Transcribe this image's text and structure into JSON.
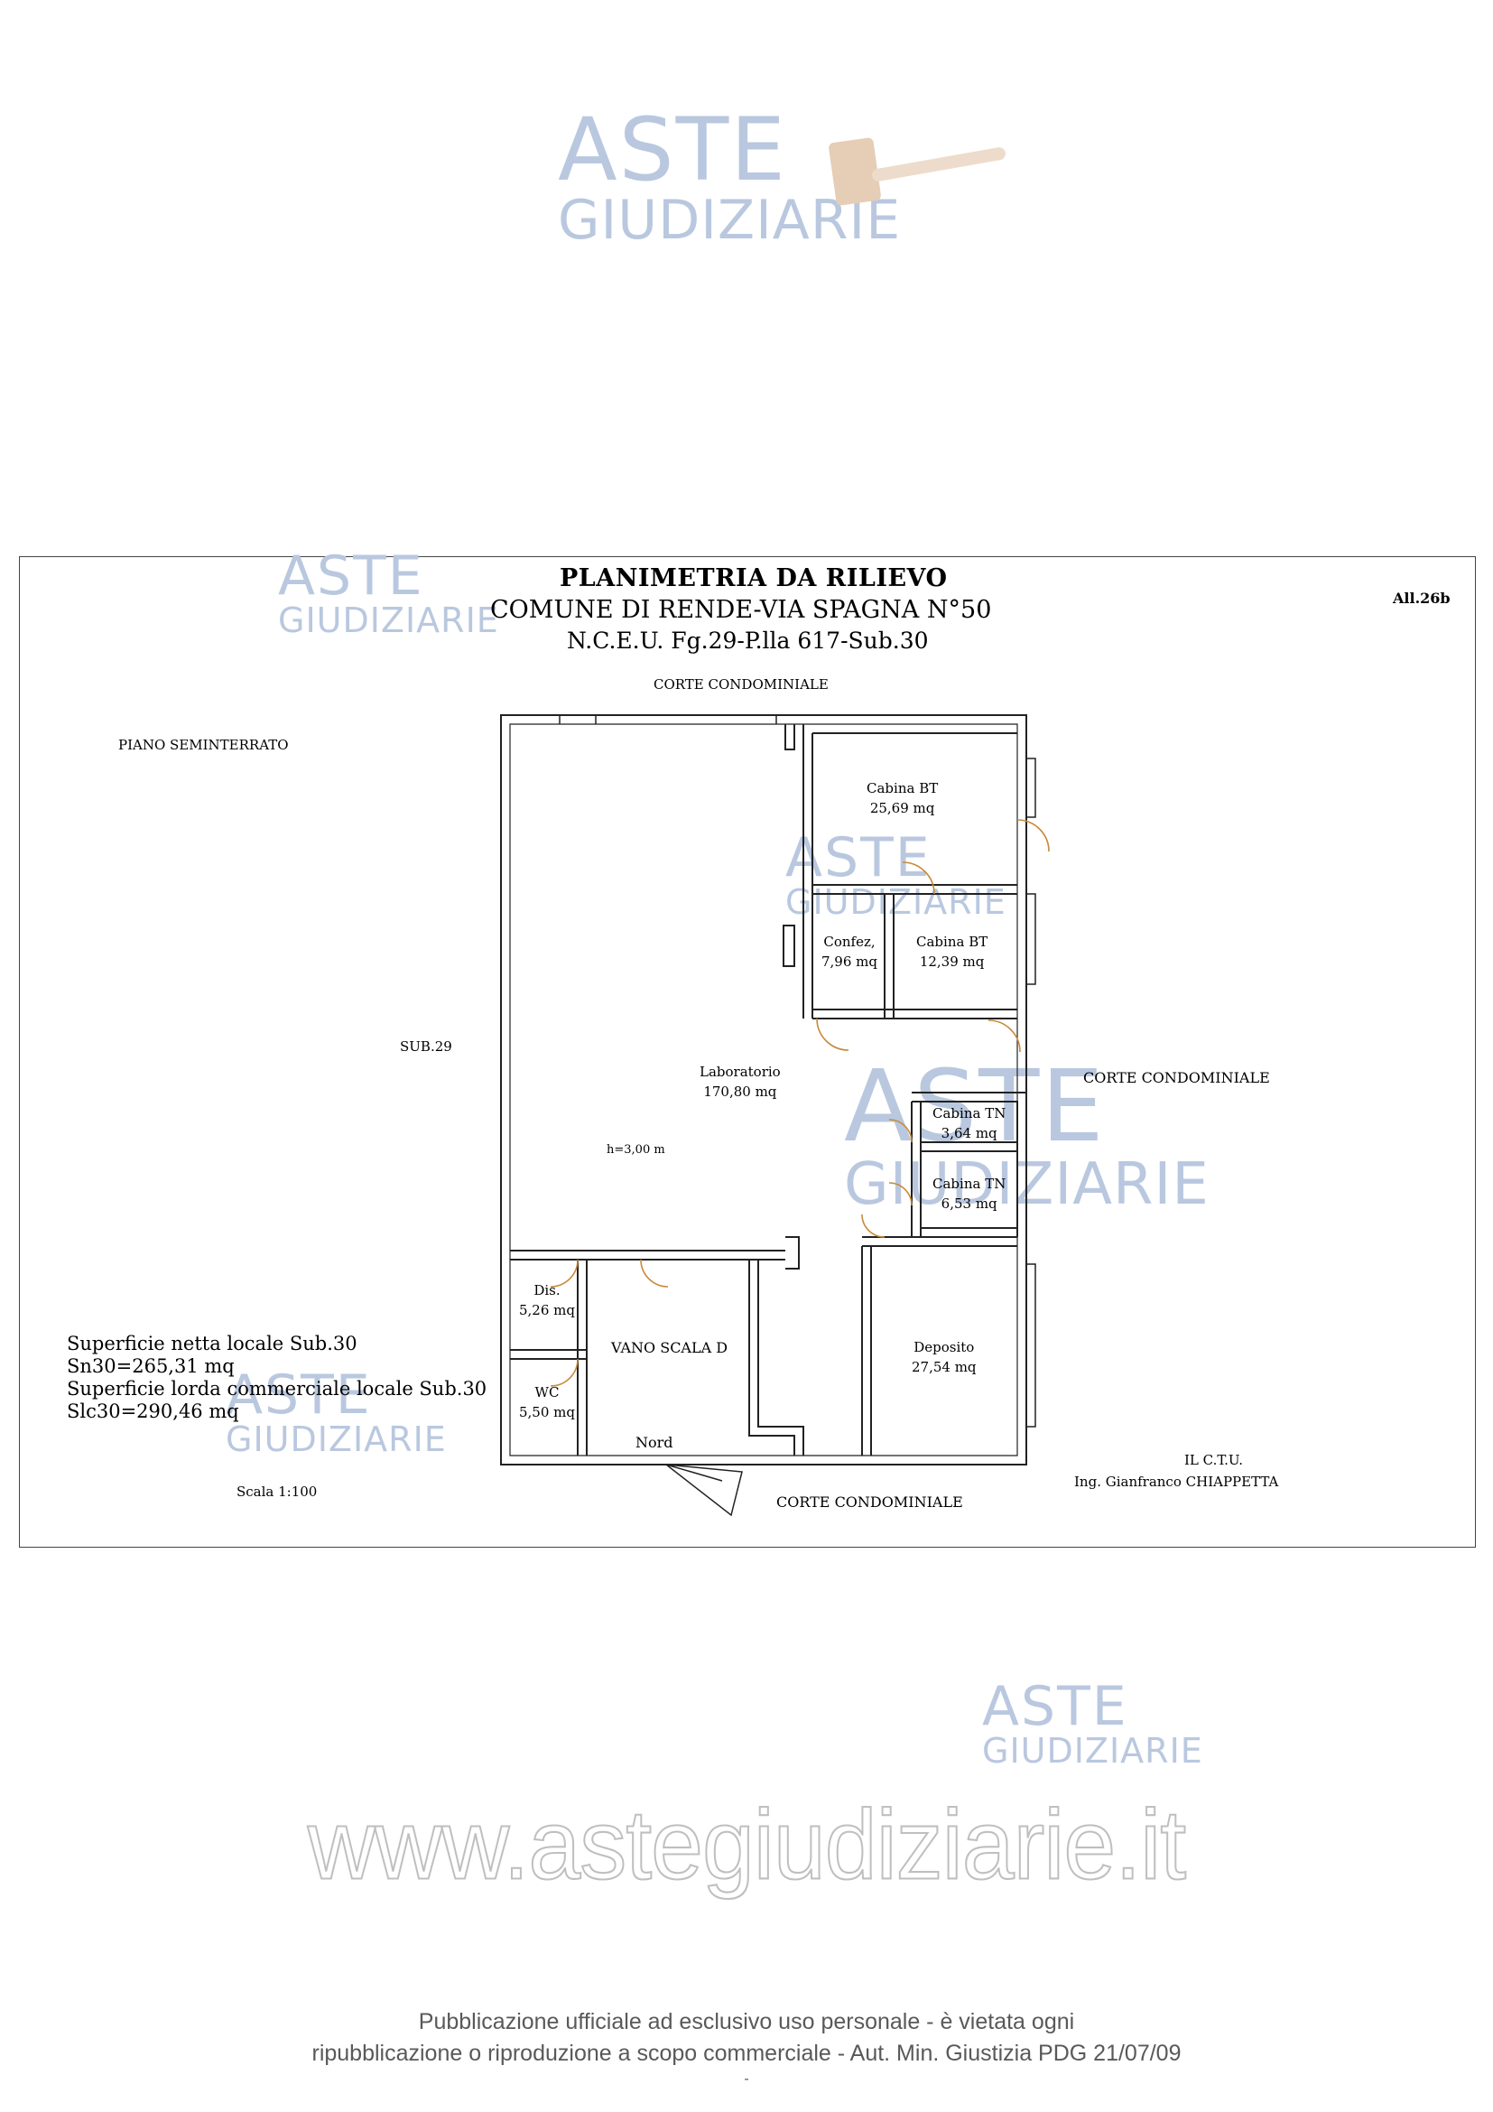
{
  "watermark": {
    "line1": "ASTE",
    "line2": "GIUDIZIARIE"
  },
  "header": {
    "title": "PLANIMETRIA DA RILIEVO",
    "subtitle": "COMUNE DI RENDE-VIA SPAGNA N°50",
    "cadastre": "N.C.E.U. Fg.29-P.lla 617-Sub.30",
    "attachment": "All.26b"
  },
  "labels": {
    "corte_top": "CORTE CONDOMINIALE",
    "corte_right": "CORTE CONDOMINIALE",
    "corte_bottom": "CORTE CONDOMINIALE",
    "piano": "PIANO SEMINTERRATO",
    "sub29": "SUB.29",
    "height": "h=3,00 m",
    "vano_scala": "VANO SCALA D",
    "nord": "Nord",
    "scala": "Scala 1:100",
    "ctu_title": "IL C.T.U.",
    "ctu_name": "Ing. Gianfranco CHIAPPETTA"
  },
  "rooms": [
    {
      "name": "Cabina BT",
      "area": "25,69 mq"
    },
    {
      "name": "Confez,",
      "area": "7,96 mq"
    },
    {
      "name": "Cabina BT",
      "area": "12,39 mq"
    },
    {
      "name": "Laboratorio",
      "area": "170,80 mq"
    },
    {
      "name": "Cabina TN",
      "area": "3,64 mq"
    },
    {
      "name": "Cabina TN",
      "area": "6,53 mq"
    },
    {
      "name": "Dis.",
      "area": "5,26 mq"
    },
    {
      "name": "WC",
      "area": "5,50 mq"
    },
    {
      "name": "Deposito",
      "area": "27,54 mq"
    }
  ],
  "surfaces": {
    "line1": "Superficie netta locale Sub.30",
    "line2": "Sn30=265,31 mq",
    "line3": "Superficie lorda commerciale locale Sub.30",
    "line4": "Slc30=290,46 mq"
  },
  "footer": {
    "site": "www.astegiudiziarie.it",
    "line1": "Pubblicazione ufficiale ad esclusivo uso personale - è vietata ogni",
    "line2": "ripubblicazione o riproduzione a scopo commerciale - Aut. Min. Giustizia PDG 21/07/09",
    "line3": "-"
  },
  "colors": {
    "watermark": "#b9c8df",
    "door_arc": "#c8893a",
    "wall": "#222222"
  }
}
